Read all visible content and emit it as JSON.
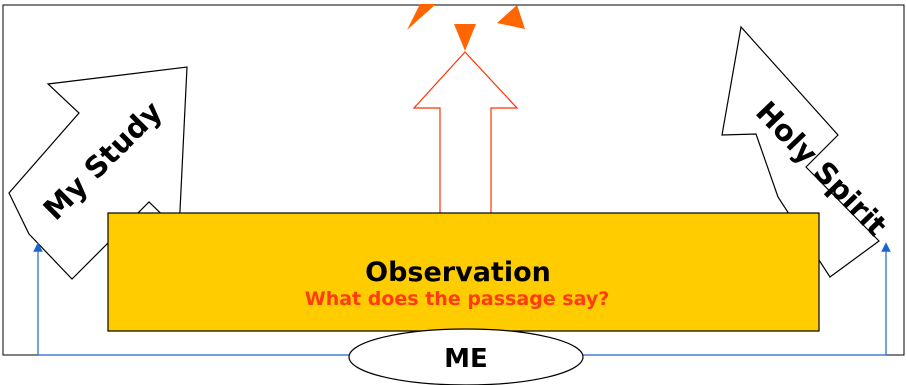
{
  "labels": {
    "left_arrow": "My Study",
    "right_arrow": "Holy Spirit",
    "observation_title": "Observation",
    "observation_question": "What does the passage say?",
    "me": "ME"
  },
  "colors": {
    "box_fill": "#ffcc00",
    "box_stroke": "#000000",
    "center_arrow": "#ff3300",
    "triangles": "#ff6600",
    "connector_lines": "#1a66cc",
    "question_text": "#ff3b12"
  }
}
